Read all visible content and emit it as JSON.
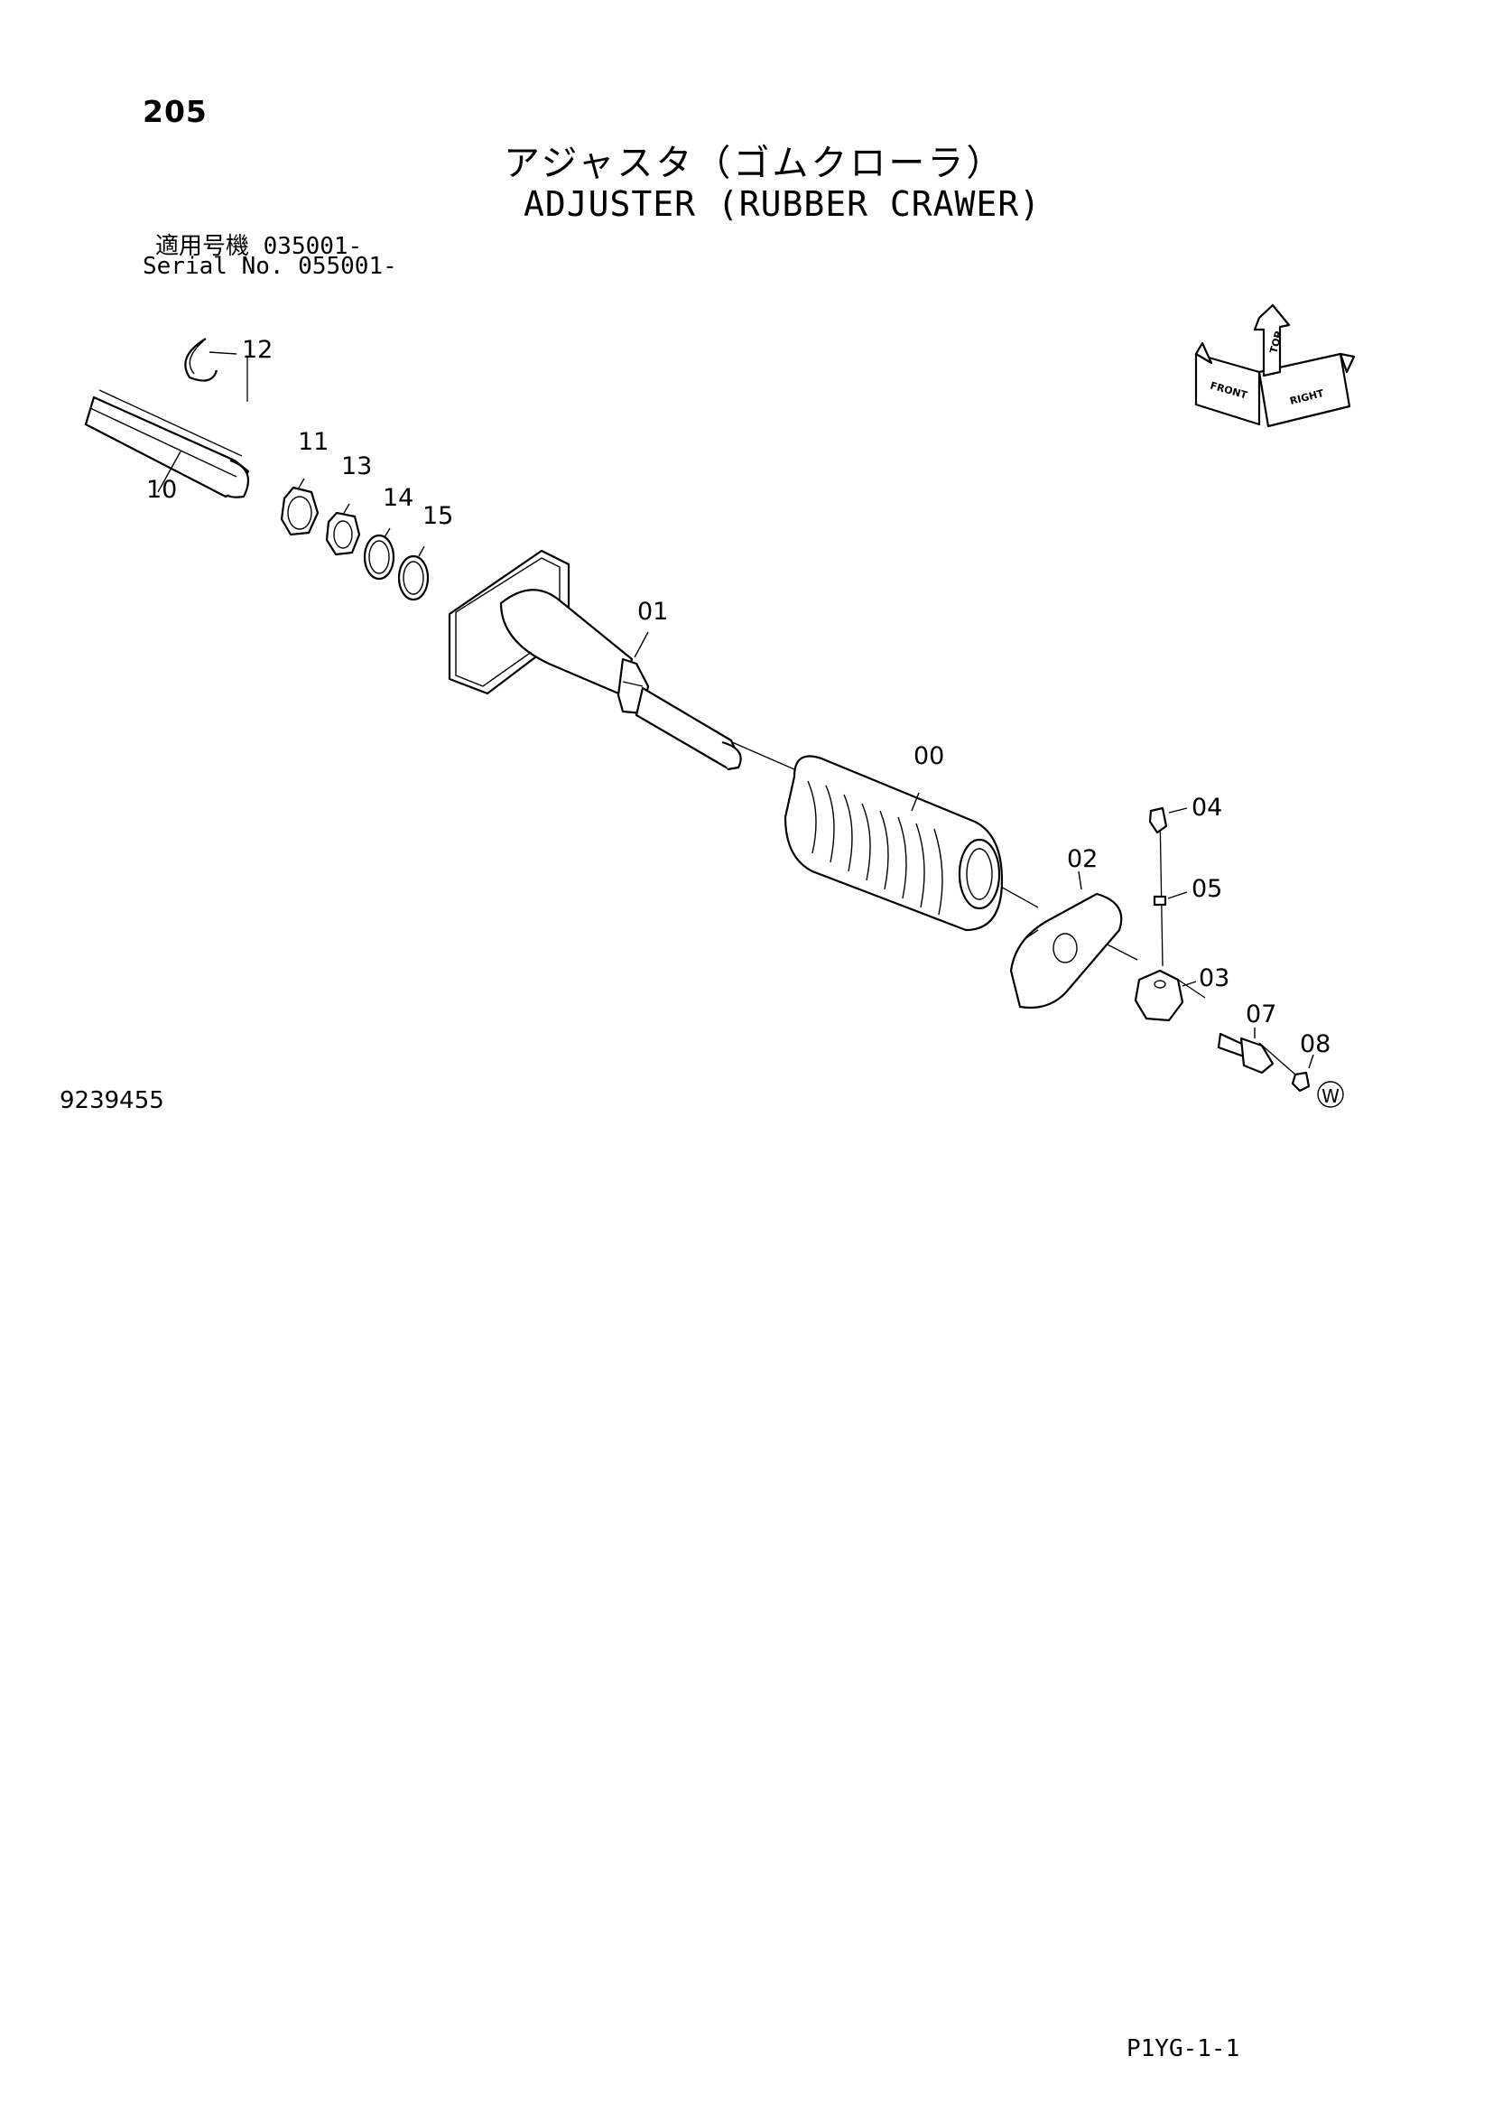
{
  "header": {
    "page_number": "205",
    "title_ja": "アジャスタ（ゴムクローラ）",
    "title_en": "ADJUSTER (RUBBER CRAWER)",
    "serial_ja": "適用号機  035001-",
    "serial_en": "Serial No. 055001-"
  },
  "orientation_icon": {
    "labels": [
      "FRONT",
      "TOP",
      "RIGHT"
    ]
  },
  "parts": [
    {
      "id": "p00",
      "label": "00"
    },
    {
      "id": "p01",
      "label": "01"
    },
    {
      "id": "p02",
      "label": "02"
    },
    {
      "id": "p03",
      "label": "03"
    },
    {
      "id": "p04",
      "label": "04"
    },
    {
      "id": "p05",
      "label": "05"
    },
    {
      "id": "p07",
      "label": "07"
    },
    {
      "id": "p08",
      "label": "08"
    },
    {
      "id": "p10",
      "label": "10"
    },
    {
      "id": "p11",
      "label": "11"
    },
    {
      "id": "p12",
      "label": "12"
    },
    {
      "id": "p13",
      "label": "13"
    },
    {
      "id": "p14",
      "label": "14"
    },
    {
      "id": "p15",
      "label": "15"
    }
  ],
  "marker_w": "W",
  "footer": {
    "drawing_number": "9239455",
    "page_code": "P1YG-1-1"
  }
}
